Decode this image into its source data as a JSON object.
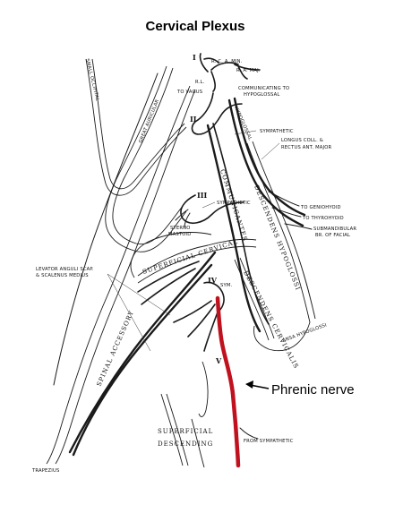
{
  "title": "Cervical Plexus",
  "annotation": {
    "text": "Phrenic nerve",
    "color": "#c0111f"
  },
  "roman_numerals": [
    "I",
    "II",
    "III",
    "IV",
    "V"
  ],
  "labels": {
    "rca_min": "R. C. A. MIN.",
    "ra_maj": "R. A. MAJ.",
    "rl": "R.L.",
    "to_vagus": "TO VAGUS",
    "comm_hypo": "COMMUNICATING TO",
    "comm_hypo2": "HYPOGLOSSAL",
    "sympathetic_top": "SYMPATHETIC",
    "longus": "LONGUS COLL. &",
    "longus2": "RECTUS ANT. MAJOR",
    "to_geniohyoid": "TO GENIOHYOID",
    "to_thyrohyoid": "TO THYROHYOID",
    "submandibular": "SUBMANDIBULAR",
    "submandibular2": "BR. OF FACIAL",
    "sterno": "STERNO",
    "sterno2": "MASTOID",
    "sympathetic_mid": "SYMPATHETIC",
    "levator": "LEVATOR ANGULI SCAP.",
    "levator2": "& SCALENUS MEDIUS",
    "sym": "SYM.",
    "ansa": "ANSA HYPOGLOSSI",
    "from_sympathetic": "FROM SYMPATHETIC",
    "trapezius": "TRAPEZIUS",
    "small_occipital": "SMALL OCCIPITAL",
    "great_auricular": "GREAT AURICULAR",
    "hypoglossal": "HYPOGLOSSAL",
    "communicantes": "COMMUNICANTES",
    "descendens_hypoglossi": "DESCENDENS HYPOGLOSSI",
    "superficial_cervical": "SUPERFICIAL CERVICAL",
    "descendens_cervicalis": "DESCENDENS CERVICALIS",
    "spinal_accessory": "SPINAL ACCESSORY",
    "superficial_descending": "SUPERFICIAL",
    "superficial_descending2": "DESCENDING"
  }
}
